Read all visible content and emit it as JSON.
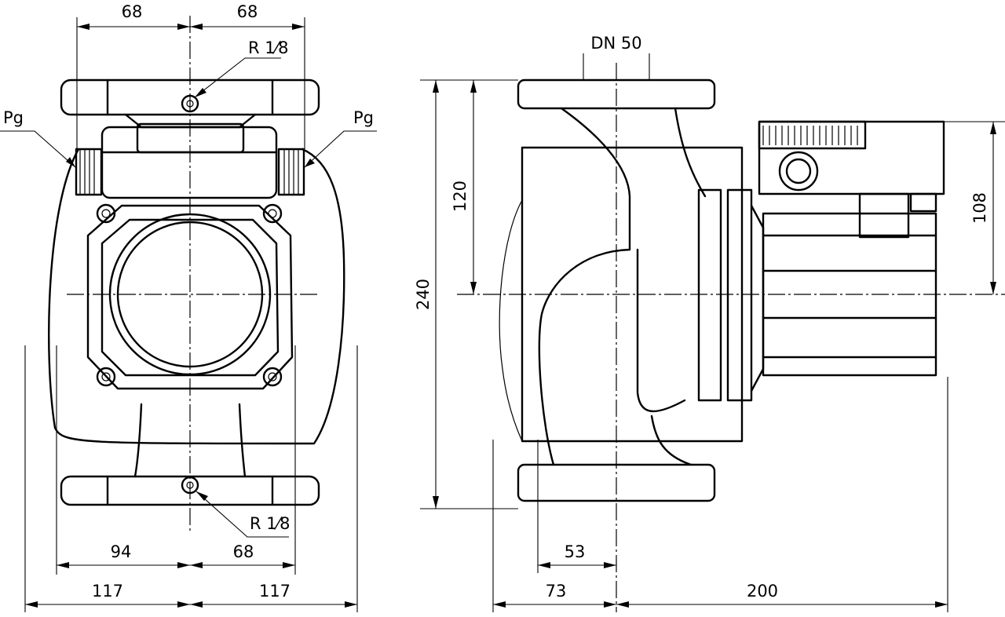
{
  "drawing": {
    "front_view": {
      "top_dimensions": [
        "68",
        "68"
      ],
      "thread_top": "R 1⁄8",
      "thread_bottom": "R 1⁄8",
      "cable_gland_left": "Pg",
      "cable_gland_right": "Pg",
      "inner_bottom_dimensions": [
        "94",
        "68"
      ],
      "outer_bottom_dimensions": [
        "117",
        "117"
      ]
    },
    "side_view": {
      "nominal_diameter": "DN 50",
      "overall_height": "240",
      "half_height": "120",
      "motor_axis_height": "108",
      "bottom_dimensions": [
        "53",
        "73",
        "200"
      ]
    }
  }
}
